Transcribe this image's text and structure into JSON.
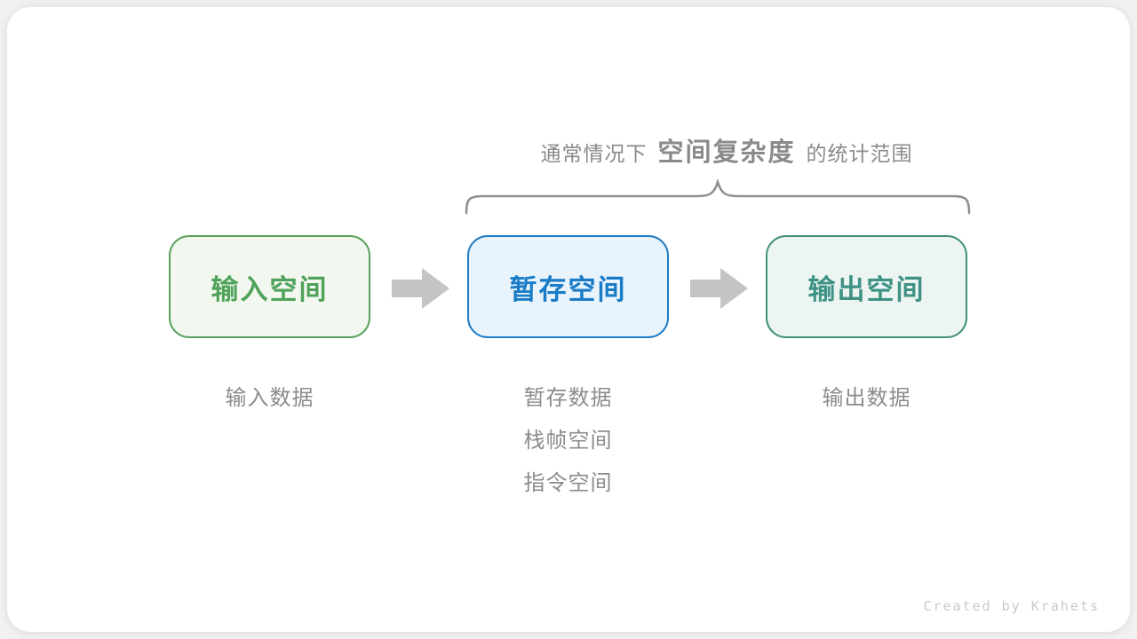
{
  "caption": {
    "prefix": "通常情况下",
    "highlight": "空间复杂度",
    "suffix": "的统计范围",
    "color": "#8a8a8a"
  },
  "brace": {
    "color": "#8f8f8f"
  },
  "arrow": {
    "color": "#c4c4c4"
  },
  "columns": [
    {
      "box": {
        "label": "输入空间",
        "border_color": "#5ba15f",
        "bg_color": "#f2f8ef",
        "text_color": "#4fa25a"
      },
      "notes": {
        "n0": "输入数据"
      }
    },
    {
      "box": {
        "label": "暂存空间",
        "border_color": "#1e7dc8",
        "bg_color": "#e8f3fc",
        "text_color": "#1a7cc7"
      },
      "notes": {
        "n0": "暂存数据",
        "n1": "栈帧空间",
        "n2": "指令空间"
      }
    },
    {
      "box": {
        "label": "输出空间",
        "border_color": "#42917f",
        "bg_color": "#ecf5f1",
        "text_color": "#3e9286"
      },
      "notes": {
        "n0": "输出数据"
      }
    }
  ],
  "notes_color": "#8c8c8c",
  "watermark": {
    "text": "Created by Krahets",
    "color": "#c9c9c9"
  }
}
